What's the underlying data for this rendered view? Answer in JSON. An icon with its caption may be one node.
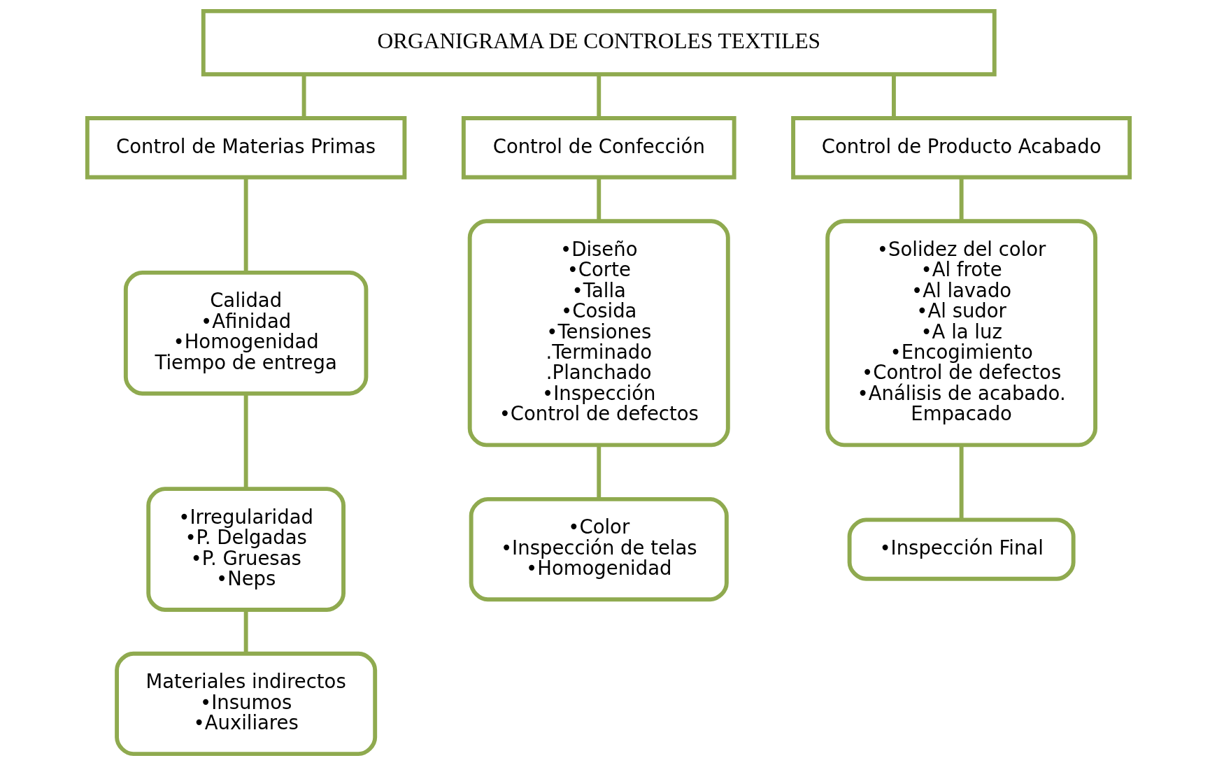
{
  "diagram": {
    "nodes": [
      {
        "text": [
          "ORGANIGRAMA DE CONTROLES TEXTILES"
        ]
      },
      {
        "text": [
          "Control de Materias Primas"
        ]
      },
      {
        "text": [
          "Control de Confección"
        ]
      },
      {
        "text": [
          "Control de Producto Acabado"
        ]
      },
      {
        "text": [
          "Calidad",
          "•Afinidad",
          "•Homogenidad",
          "Tiempo de entrega"
        ]
      },
      {
        "text": [
          "•Irregularidad",
          "•P. Delgadas",
          "•P. Gruesas",
          "•Neps"
        ]
      },
      {
        "text": [
          "Materiales indirectos",
          "•Insumos",
          "•Auxiliares"
        ]
      },
      {
        "text": [
          "•Diseño",
          "•Corte",
          "•Talla",
          "•Cosida",
          "•Tensiones",
          ".Terminado",
          ".Planchado",
          "•Inspección",
          "•Control de defectos"
        ]
      },
      {
        "text": [
          "•Color",
          "•Inspección de telas",
          "•Homogenidad"
        ]
      },
      {
        "text": [
          "•Solidez del color",
          "•Al frote",
          "•Al lavado",
          "•Al sudor",
          "•A la luz",
          "•Encogimiento",
          "•Control de defectos",
          "•Análisis de acabado.",
          "Empacado"
        ]
      },
      {
        "text": [
          "•Inspección Final"
        ]
      }
    ],
    "edges": [
      {
        "from": 0,
        "to": 1,
        "arrow": "none"
      },
      {
        "from": 0,
        "to": 2,
        "arrow": "none"
      },
      {
        "from": 0,
        "to": 3,
        "arrow": "none"
      },
      {
        "from": 1,
        "to": 4,
        "arrow": "none"
      },
      {
        "from": 4,
        "to": 5,
        "arrow": "none"
      },
      {
        "from": 5,
        "to": 6,
        "arrow": "none"
      },
      {
        "from": 2,
        "to": 7,
        "arrow": "none"
      },
      {
        "from": 7,
        "to": 8,
        "arrow": "none"
      },
      {
        "from": 3,
        "to": 9,
        "arrow": "none"
      },
      {
        "from": 9,
        "to": 10,
        "arrow": "none"
      }
    ]
  }
}
